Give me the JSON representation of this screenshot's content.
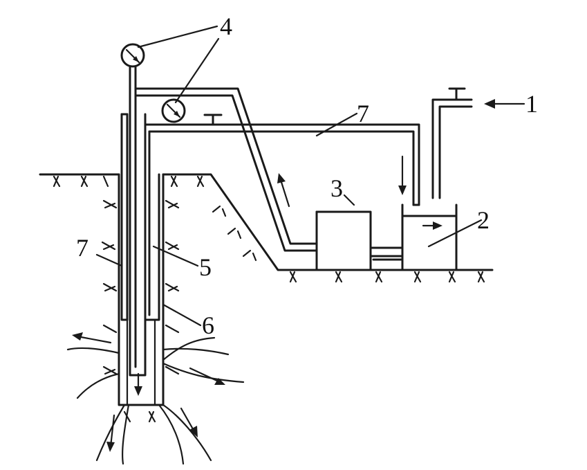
{
  "diagram": {
    "labels": [
      {
        "id": "label-1",
        "text": "1"
      },
      {
        "id": "label-2",
        "text": "2"
      },
      {
        "id": "label-3",
        "text": "3"
      },
      {
        "id": "label-4",
        "text": "4"
      },
      {
        "id": "label-5",
        "text": "5"
      },
      {
        "id": "label-6",
        "text": "6"
      },
      {
        "id": "label-7-top",
        "text": "7"
      },
      {
        "id": "label-7-left",
        "text": "7"
      }
    ],
    "components": {
      "water-inlet": "1",
      "water-tank": "2",
      "pump": "3",
      "pressure-gauge": "4",
      "injection-pipe": "5",
      "borehole": "6",
      "return-pipe": "7"
    },
    "icons": [
      "pressure-gauge-icon",
      "valve-icon",
      "flow-arrow-icon",
      "ground-hatch-icon"
    ]
  }
}
